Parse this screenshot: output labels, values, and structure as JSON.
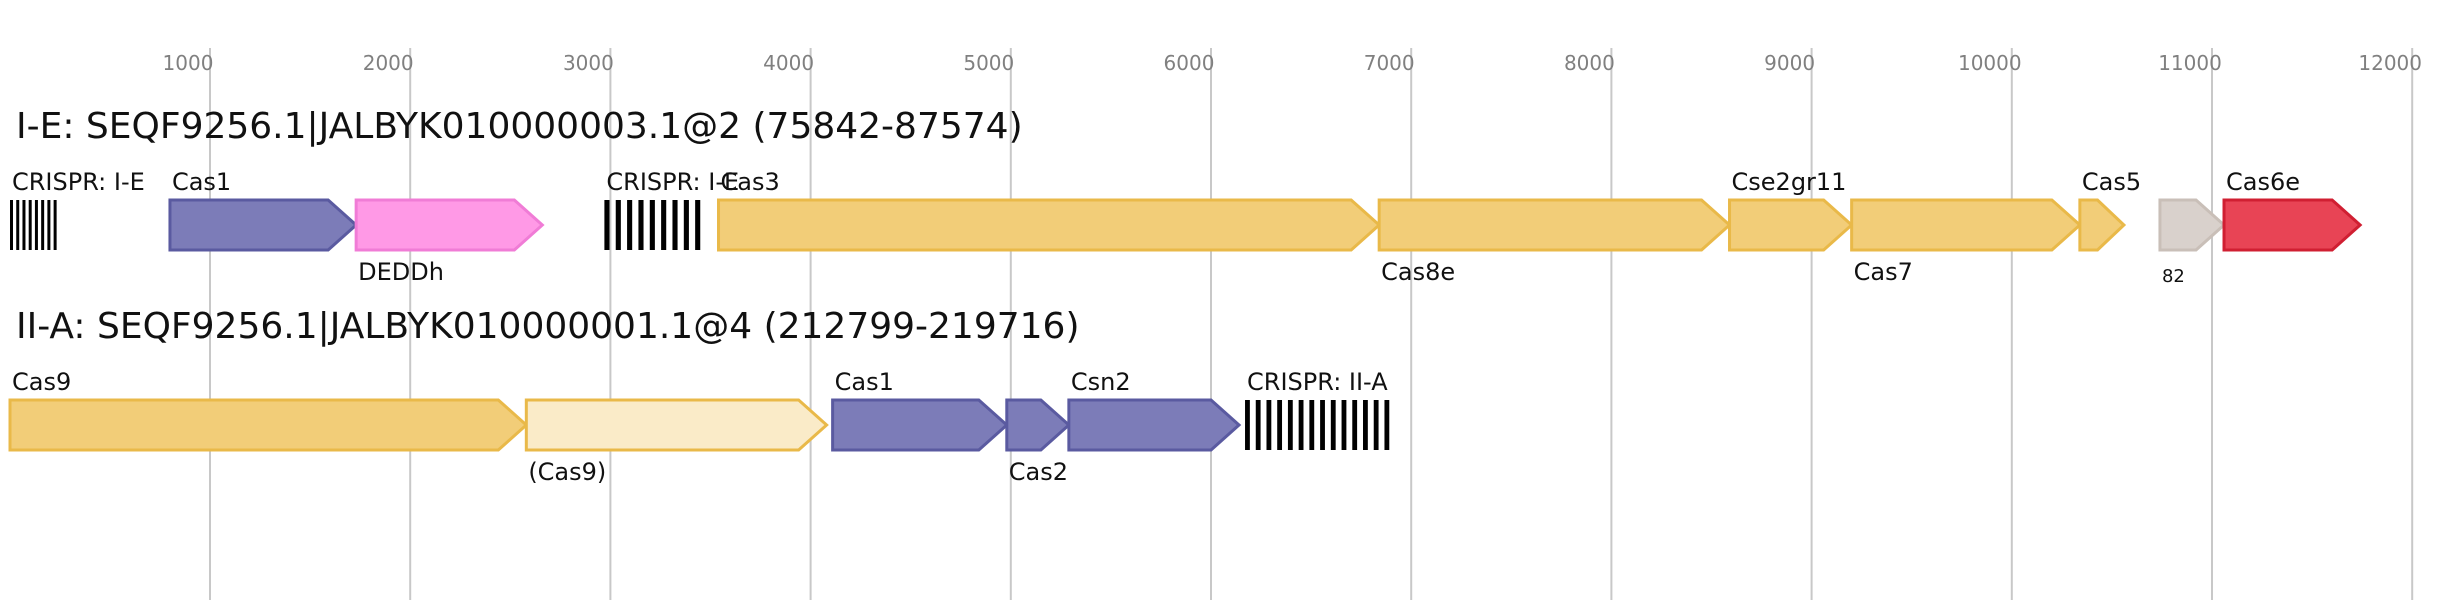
{
  "axis": {
    "ticks": [
      {
        "value": 1000,
        "label": "1000"
      },
      {
        "value": 2000,
        "label": "2000"
      },
      {
        "value": 3000,
        "label": "3000"
      },
      {
        "value": 4000,
        "label": "4000"
      },
      {
        "value": 5000,
        "label": "5000"
      },
      {
        "value": 6000,
        "label": "6000"
      },
      {
        "value": 7000,
        "label": "7000"
      },
      {
        "value": 8000,
        "label": "8000"
      },
      {
        "value": 9000,
        "label": "9000"
      },
      {
        "value": 10000,
        "label": "10000"
      },
      {
        "value": 11000,
        "label": "11000"
      },
      {
        "value": 12000,
        "label": "12000"
      }
    ]
  },
  "colors": {
    "yellow_fill": "#f2cd78",
    "yellow_stroke": "#e9b949",
    "pale_fill": "#faebc8",
    "blue_fill": "#7c7cb8",
    "blue_stroke": "#5a5aa0",
    "pink_fill": "#ff99e6",
    "pink_stroke": "#f07cd6",
    "gray_fill": "#d9d1cc",
    "gray_stroke": "#c9bfb8",
    "red_fill": "#e84455",
    "red_stroke": "#d01f32",
    "crispr": "#000000"
  },
  "loci": [
    {
      "title": "I-E: SEQF9256.1|JALBYK010000003.1@2 (75842-87574)",
      "features": [
        {
          "kind": "crispr",
          "start": -150,
          "end": 250,
          "label": "CRISPR: I-E",
          "label_pos": "above",
          "repeats": 8
        },
        {
          "kind": "gene",
          "start": 800,
          "end": 1730,
          "label": "Cas1",
          "label_pos": "above",
          "color": "blue"
        },
        {
          "kind": "gene",
          "start": 1730,
          "end": 2660,
          "label": "DEDDh",
          "label_pos": "below",
          "color": "pink"
        },
        {
          "kind": "crispr",
          "start": 2970,
          "end": 3480,
          "label": "CRISPR: I-E",
          "label_pos": "above",
          "repeats": 9
        },
        {
          "kind": "gene",
          "start": 3540,
          "end": 6840,
          "label": "Cas3",
          "label_pos": "above",
          "color": "yellow"
        },
        {
          "kind": "gene",
          "start": 6840,
          "end": 8590,
          "label": "Cas8e",
          "label_pos": "below",
          "color": "yellow"
        },
        {
          "kind": "gene",
          "start": 8590,
          "end": 9200,
          "label": "Cse2gr11",
          "label_pos": "above",
          "color": "yellow"
        },
        {
          "kind": "gene",
          "start": 9200,
          "end": 10340,
          "label": "Cas7",
          "label_pos": "below",
          "color": "yellow"
        },
        {
          "kind": "gene",
          "start": 10340,
          "end": 10560,
          "label": "Cas5",
          "label_pos": "above",
          "color": "yellow"
        },
        {
          "kind": "gene",
          "start": 10740,
          "end": 11060,
          "label": "82",
          "label_pos": "below-small",
          "color": "gray"
        },
        {
          "kind": "gene",
          "start": 11060,
          "end": 11740,
          "label": "Cas6e",
          "label_pos": "above",
          "color": "red"
        }
      ]
    },
    {
      "title": "II-A: SEQF9256.1|JALBYK010000001.1@4 (212799-219716)",
      "features": [
        {
          "kind": "gene",
          "start": -150,
          "end": 2580,
          "label": "Cas9",
          "label_pos": "above",
          "color": "yellow"
        },
        {
          "kind": "gene",
          "start": 2580,
          "end": 4080,
          "label": "(Cas9)",
          "label_pos": "below",
          "color": "pale"
        },
        {
          "kind": "gene",
          "start": 4110,
          "end": 4980,
          "label": "Cas1",
          "label_pos": "above",
          "color": "blue"
        },
        {
          "kind": "gene",
          "start": 4980,
          "end": 5290,
          "label": "Cas2",
          "label_pos": "below",
          "color": "blue"
        },
        {
          "kind": "gene",
          "start": 5290,
          "end": 6140,
          "label": "Csn2",
          "label_pos": "above",
          "color": "blue"
        },
        {
          "kind": "crispr",
          "start": 6170,
          "end": 6920,
          "label": "CRISPR: II-A",
          "label_pos": "above",
          "repeats": 14
        }
      ]
    }
  ]
}
